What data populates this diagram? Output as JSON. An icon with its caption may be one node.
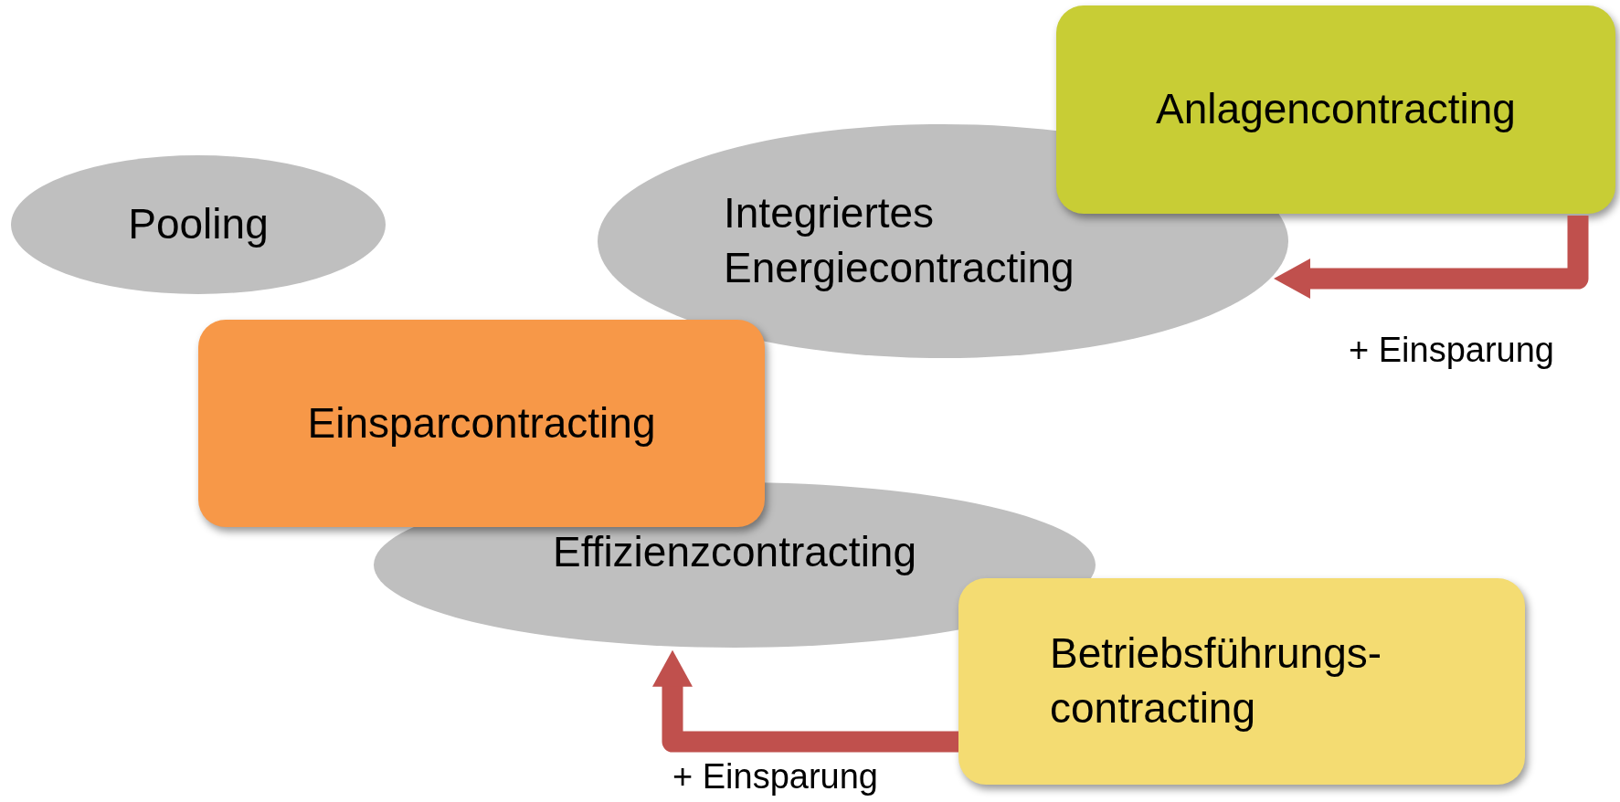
{
  "diagram": {
    "nodes": [
      {
        "text": [
          "Pooling"
        ]
      },
      {
        "text": [
          "Integriertes Energiecontracting"
        ]
      },
      {
        "text": [
          "Anlagencontracting"
        ]
      },
      {
        "text": [
          "Einsparcontracting"
        ]
      },
      {
        "text": [
          "Effizienzcontracting"
        ]
      },
      {
        "text": [
          "Betriebsführungs- contracting"
        ]
      }
    ],
    "edges": [
      {
        "from": 2,
        "to": 1,
        "arrow": "to",
        "label": "+ Einsparung"
      },
      {
        "from": 5,
        "to": 4,
        "arrow": "to",
        "label": "+ Einsparung"
      }
    ]
  }
}
